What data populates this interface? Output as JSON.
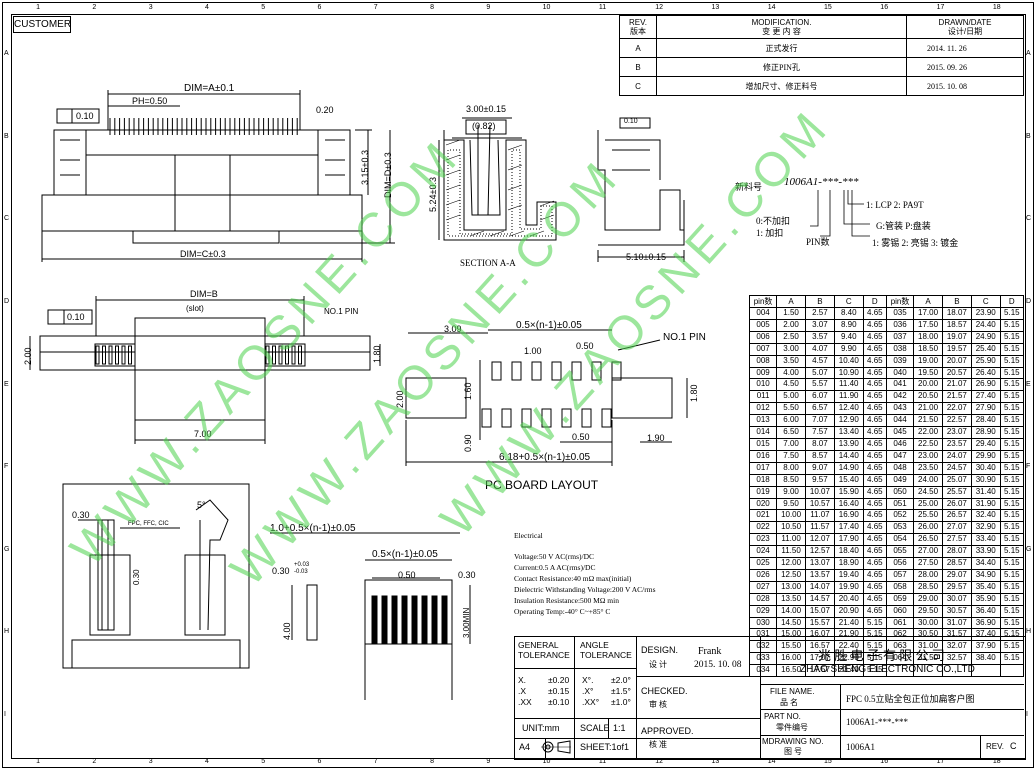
{
  "border": {
    "columns": [
      "1",
      "2",
      "3",
      "4",
      "5",
      "6",
      "7",
      "8",
      "9",
      "10",
      "11",
      "12",
      "13",
      "14",
      "15",
      "16",
      "17",
      "18"
    ],
    "rows": [
      "A",
      "B",
      "C",
      "D",
      "E",
      "F",
      "G",
      "H",
      "I"
    ]
  },
  "customer_label": "CUSTOMER",
  "revision_table": {
    "headers": {
      "rev": "REV.",
      "rev_cn": "版本",
      "mod": "MODIFICATION.",
      "mod_cn": "变 更 内 容",
      "date": "DRAWN/DATE",
      "date_cn": "设计/日期"
    },
    "rows": [
      {
        "rev": "A",
        "mod": "正式发行",
        "date": "2014. 11. 26"
      },
      {
        "rev": "B",
        "mod": "修正PIN孔",
        "date": "2015. 09. 26"
      },
      {
        "rev": "C",
        "mod": "增加尺寸、修正料号",
        "date": "2015. 10. 08"
      }
    ]
  },
  "part_number": {
    "label": "新料号",
    "code": "1006A1-***-***",
    "options": [
      "1: LCP  2: PA9T",
      "G:管装   P:盘装",
      "1: 雾锡     2: 亮锡     3: 镀金",
      "0:不加扣",
      "1: 加扣",
      "PIN数"
    ]
  },
  "dims": {
    "front": [
      "DIM=A±0.1",
      "PH=0.50",
      "0.20",
      "0.10",
      "DIM=C±0.3",
      "3.15±0.3",
      "DIM=D±0.3"
    ],
    "section": [
      "3.00±0.15",
      "(0.82)",
      "5.24±0.3",
      "SECTION A-A"
    ],
    "side": [
      "0.10",
      "5.10±0.15"
    ],
    "bottom": [
      "DIM=B",
      "(slot)",
      "0.10",
      "NO.1 PIN",
      "2.00",
      "1.80",
      "7.00"
    ],
    "pcb": [
      "3.09",
      "0.5×(n-1)±0.05",
      "1.00",
      "0.50",
      "NO.1 PIN",
      "2.00",
      "1.60",
      "1.80",
      "0.50",
      "1.90",
      "0.90",
      "6.18+0.5×(n-1)±0.05",
      "PC BOARD LAYOUT"
    ],
    "detail": [
      "0.30",
      "5°",
      "FPC, FFC, CIC",
      "0.30"
    ],
    "fpc": [
      "1.0+0.5×(n-1)±0.05",
      "0.5×(n-1)±0.05",
      "0.30",
      "0.50",
      "0.30",
      "+0.03",
      "-0.03",
      "4.00",
      "3.00MIN"
    ]
  },
  "electrical": {
    "title": "Electrical",
    "lines": [
      "Voltage:50 V AC(rms)/DC",
      "Current:0.5 A AC(rms)/DC",
      "Contact Resistance:40 mΩ max(initial)",
      "Dielectric Withstanding Voltage:200 V AC/rms",
      "Insulation Resistance:500 MΩ min",
      "Operating Temp:-40° C~+85° C"
    ]
  },
  "pin_table": {
    "headers": [
      "pin数",
      "A",
      "B",
      "C",
      "D",
      "pin数",
      "A",
      "B",
      "C",
      "D"
    ],
    "rows": [
      [
        "004",
        "1.50",
        "2.57",
        "8.40",
        "4.65",
        "035",
        "17.00",
        "18.07",
        "23.90",
        "5.15"
      ],
      [
        "005",
        "2.00",
        "3.07",
        "8.90",
        "4.65",
        "036",
        "17.50",
        "18.57",
        "24.40",
        "5.15"
      ],
      [
        "006",
        "2.50",
        "3.57",
        "9.40",
        "4.65",
        "037",
        "18.00",
        "19.07",
        "24.90",
        "5.15"
      ],
      [
        "007",
        "3.00",
        "4.07",
        "9.90",
        "4.65",
        "038",
        "18.50",
        "19.57",
        "25.40",
        "5.15"
      ],
      [
        "008",
        "3.50",
        "4.57",
        "10.40",
        "4.65",
        "039",
        "19.00",
        "20.07",
        "25.90",
        "5.15"
      ],
      [
        "009",
        "4.00",
        "5.07",
        "10.90",
        "4.65",
        "040",
        "19.50",
        "20.57",
        "26.40",
        "5.15"
      ],
      [
        "010",
        "4.50",
        "5.57",
        "11.40",
        "4.65",
        "041",
        "20.00",
        "21.07",
        "26.90",
        "5.15"
      ],
      [
        "011",
        "5.00",
        "6.07",
        "11.90",
        "4.65",
        "042",
        "20.50",
        "21.57",
        "27.40",
        "5.15"
      ],
      [
        "012",
        "5.50",
        "6.57",
        "12.40",
        "4.65",
        "043",
        "21.00",
        "22.07",
        "27.90",
        "5.15"
      ],
      [
        "013",
        "6.00",
        "7.07",
        "12.90",
        "4.65",
        "044",
        "21.50",
        "22.57",
        "28.40",
        "5.15"
      ],
      [
        "014",
        "6.50",
        "7.57",
        "13.40",
        "4.65",
        "045",
        "22.00",
        "23.07",
        "28.90",
        "5.15"
      ],
      [
        "015",
        "7.00",
        "8.07",
        "13.90",
        "4.65",
        "046",
        "22.50",
        "23.57",
        "29.40",
        "5.15"
      ],
      [
        "016",
        "7.50",
        "8.57",
        "14.40",
        "4.65",
        "047",
        "23.00",
        "24.07",
        "29.90",
        "5.15"
      ],
      [
        "017",
        "8.00",
        "9.07",
        "14.90",
        "4.65",
        "048",
        "23.50",
        "24.57",
        "30.40",
        "5.15"
      ],
      [
        "018",
        "8.50",
        "9.57",
        "15.40",
        "4.65",
        "049",
        "24.00",
        "25.07",
        "30.90",
        "5.15"
      ],
      [
        "019",
        "9.00",
        "10.07",
        "15.90",
        "4.65",
        "050",
        "24.50",
        "25.57",
        "31.40",
        "5.15"
      ],
      [
        "020",
        "9.50",
        "10.57",
        "16.40",
        "4.65",
        "051",
        "25.00",
        "26.07",
        "31.90",
        "5.15"
      ],
      [
        "021",
        "10.00",
        "11.07",
        "16.90",
        "4.65",
        "052",
        "25.50",
        "26.57",
        "32.40",
        "5.15"
      ],
      [
        "022",
        "10.50",
        "11.57",
        "17.40",
        "4.65",
        "053",
        "26.00",
        "27.07",
        "32.90",
        "5.15"
      ],
      [
        "023",
        "11.00",
        "12.07",
        "17.90",
        "4.65",
        "054",
        "26.50",
        "27.57",
        "33.40",
        "5.15"
      ],
      [
        "024",
        "11.50",
        "12.57",
        "18.40",
        "4.65",
        "055",
        "27.00",
        "28.07",
        "33.90",
        "5.15"
      ],
      [
        "025",
        "12.00",
        "13.07",
        "18.90",
        "4.65",
        "056",
        "27.50",
        "28.57",
        "34.40",
        "5.15"
      ],
      [
        "026",
        "12.50",
        "13.57",
        "19.40",
        "4.65",
        "057",
        "28.00",
        "29.07",
        "34.90",
        "5.15"
      ],
      [
        "027",
        "13.00",
        "14.07",
        "19.90",
        "4.65",
        "058",
        "28.50",
        "29.57",
        "35.40",
        "5.15"
      ],
      [
        "028",
        "13.50",
        "14.57",
        "20.40",
        "4.65",
        "059",
        "29.00",
        "30.07",
        "35.90",
        "5.15"
      ],
      [
        "029",
        "14.00",
        "15.07",
        "20.90",
        "4.65",
        "060",
        "29.50",
        "30.57",
        "36.40",
        "5.15"
      ],
      [
        "030",
        "14.50",
        "15.57",
        "21.40",
        "5.15",
        "061",
        "30.00",
        "31.07",
        "36.90",
        "5.15"
      ],
      [
        "031",
        "15.00",
        "16.07",
        "21.90",
        "5.15",
        "062",
        "30.50",
        "31.57",
        "37.40",
        "5.15"
      ],
      [
        "032",
        "15.50",
        "16.57",
        "22.40",
        "5.15",
        "063",
        "31.00",
        "32.07",
        "37.90",
        "5.15"
      ],
      [
        "033",
        "16.00",
        "17.07",
        "22.90",
        "5.15",
        "064",
        "31.50",
        "32.57",
        "38.40",
        "5.15"
      ],
      [
        "034",
        "16.50",
        "17.57",
        "23.40",
        "5.15",
        "",
        "",
        "",
        "",
        ""
      ]
    ]
  },
  "title_block": {
    "general_tolerance": "GENERAL\nTOLERANCE",
    "angle_tolerance": "ANGLE\nTOLERANCE",
    "tol_rows": [
      [
        "X.",
        "±0.20",
        "X°.",
        "±2.0°"
      ],
      [
        ".X",
        "±0.15",
        ".X°",
        "±1.5°"
      ],
      [
        ".XX",
        "±0.10",
        ".XX°",
        "±1.0°"
      ]
    ],
    "design": "DESIGN.",
    "design_cn": "设 计",
    "designer": "Frank",
    "design_date": "2015. 10. 08",
    "checked": "CHECKED.",
    "checked_cn": "审 核",
    "approved": "APPROVED.",
    "approved_cn": "核 准",
    "unit": "UNIT:mm",
    "scale": "SCALE",
    "scale_val": "1:1",
    "sheet_size": "A4",
    "sheet": "SHEET:1of1",
    "company_cn": "兆 胜 电 子 有 限 公 司",
    "company_en": "ZHAO SHENG ELECTRONIC CO.,LTD",
    "file_name_label": "FILE NAME.",
    "file_name_cn": "品 名",
    "file_name": "FPC 0.5立贴全包正位加扁客户图",
    "part_no_label": "PART NO.",
    "part_no_cn": "零件编号",
    "part_no": "1006A1-***-***",
    "drawing_label": "MDRAWING NO.",
    "drawing_cn": "图  号",
    "drawing_no": "1006A1",
    "rev_label": "REV.",
    "rev_val": "C"
  },
  "watermark": [
    "WWW.ZAOSNE.COM",
    "WWW.ZAOSNE.COM",
    "WWW.ZAOSNE.COM"
  ]
}
